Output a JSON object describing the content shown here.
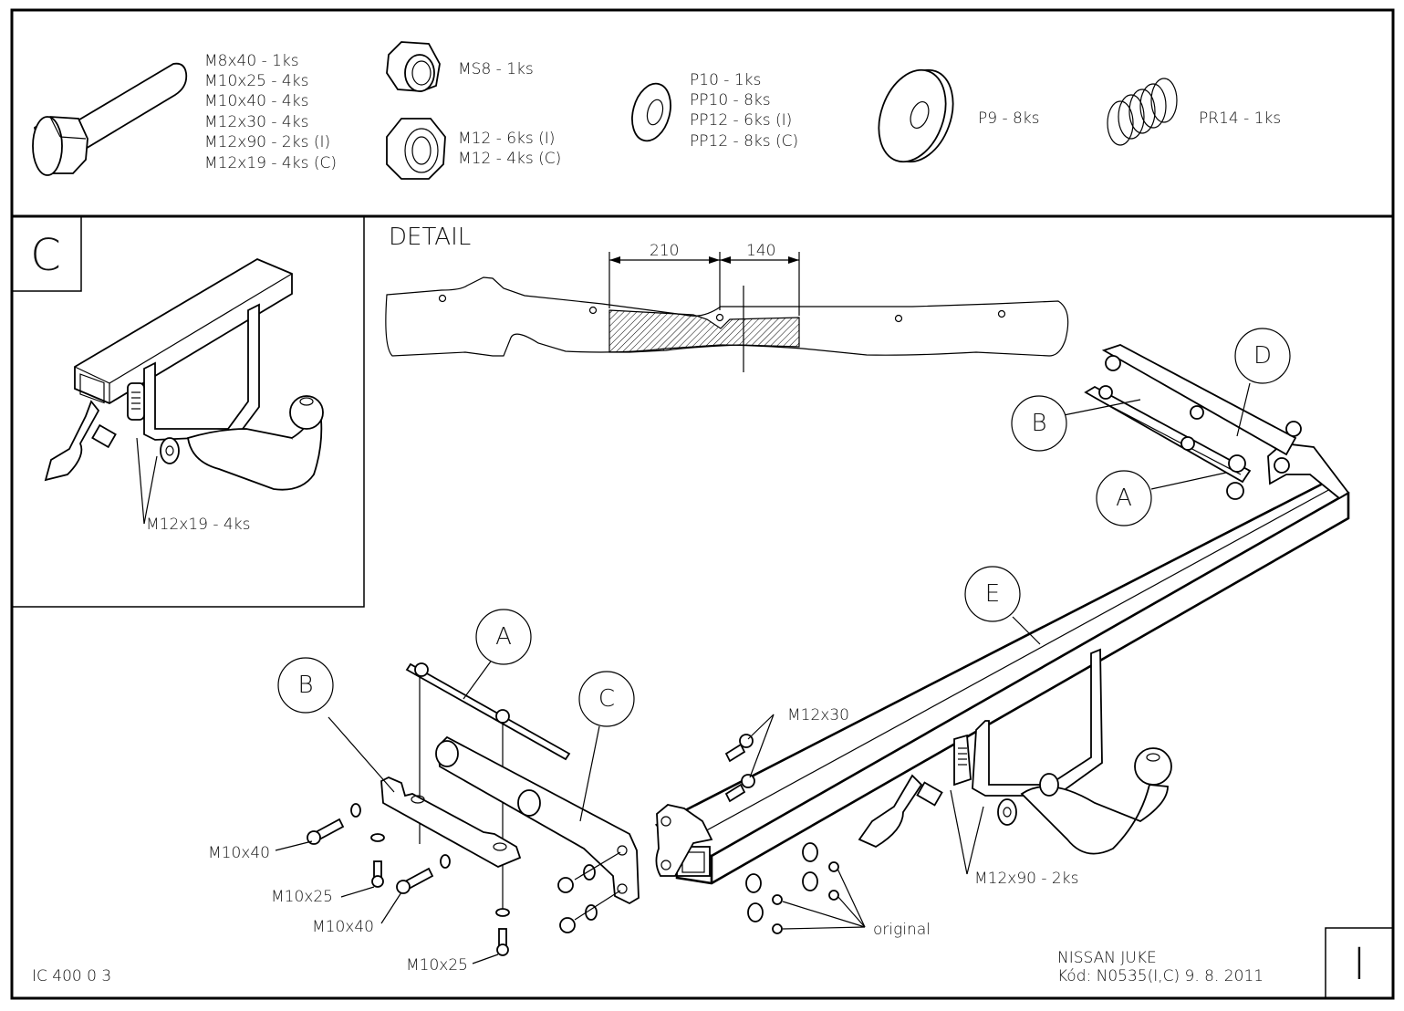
{
  "parts_list": {
    "bolts": [
      "M8x40 - 1ks",
      "M10x25 - 4ks",
      "M10x40 - 4ks",
      "M12x30 - 4ks",
      "M12x90 - 2ks (I)",
      "M12x19 - 4ks (C)"
    ],
    "self_locking_nut": [
      "MS8 - 1ks"
    ],
    "nuts": [
      "M12 - 6ks (I)",
      "M12 - 4ks (C)"
    ],
    "washers": [
      "P10 - 1ks",
      "PP10 - 8ks",
      "PP12 - 6ks (I)",
      "PP12 - 8ks (C)"
    ],
    "large_washer": [
      "P9 - 8ks"
    ],
    "spring": [
      "PR14 - 1ks"
    ]
  },
  "variant_c": {
    "letter": "C",
    "bolt_label": "M12x19 - 4ks"
  },
  "detail": {
    "title": "DETAIL",
    "dim_left": "210",
    "dim_right": "140"
  },
  "callouts": {
    "A": "A",
    "B": "B",
    "C": "C",
    "D": "D",
    "E": "E"
  },
  "assembly_labels": {
    "m10x40_a": "M10x40",
    "m10x25_a": "M10x25",
    "m10x40_b": "M10x40",
    "m10x25_b": "M10x25",
    "m12x30": "M12x30",
    "m12x90": "M12x90 - 2ks",
    "original": "original"
  },
  "footer": {
    "code": "IC 400 0 3",
    "vehicle": "NISSAN JUKE",
    "kod": "Kód: N0535(I,C)  9. 8. 2011",
    "variant_letter": "I"
  }
}
